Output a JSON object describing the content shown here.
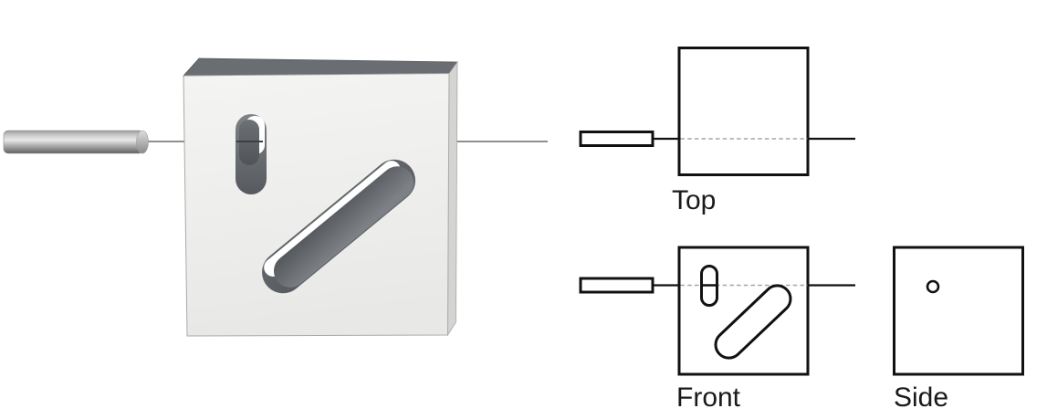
{
  "views": {
    "top": {
      "label": "Top"
    },
    "front": {
      "label": "Front"
    },
    "side": {
      "label": "Side"
    }
  },
  "colors": {
    "background": "#ffffff",
    "outline": "#111111",
    "hidden_line": "#a6a6a6",
    "label_text": "#1a1a1a",
    "block_face": "#f0f0ee",
    "block_top": "#6a6e72",
    "slot_interior": "#5f6367",
    "rod": "#8f8f8f"
  }
}
